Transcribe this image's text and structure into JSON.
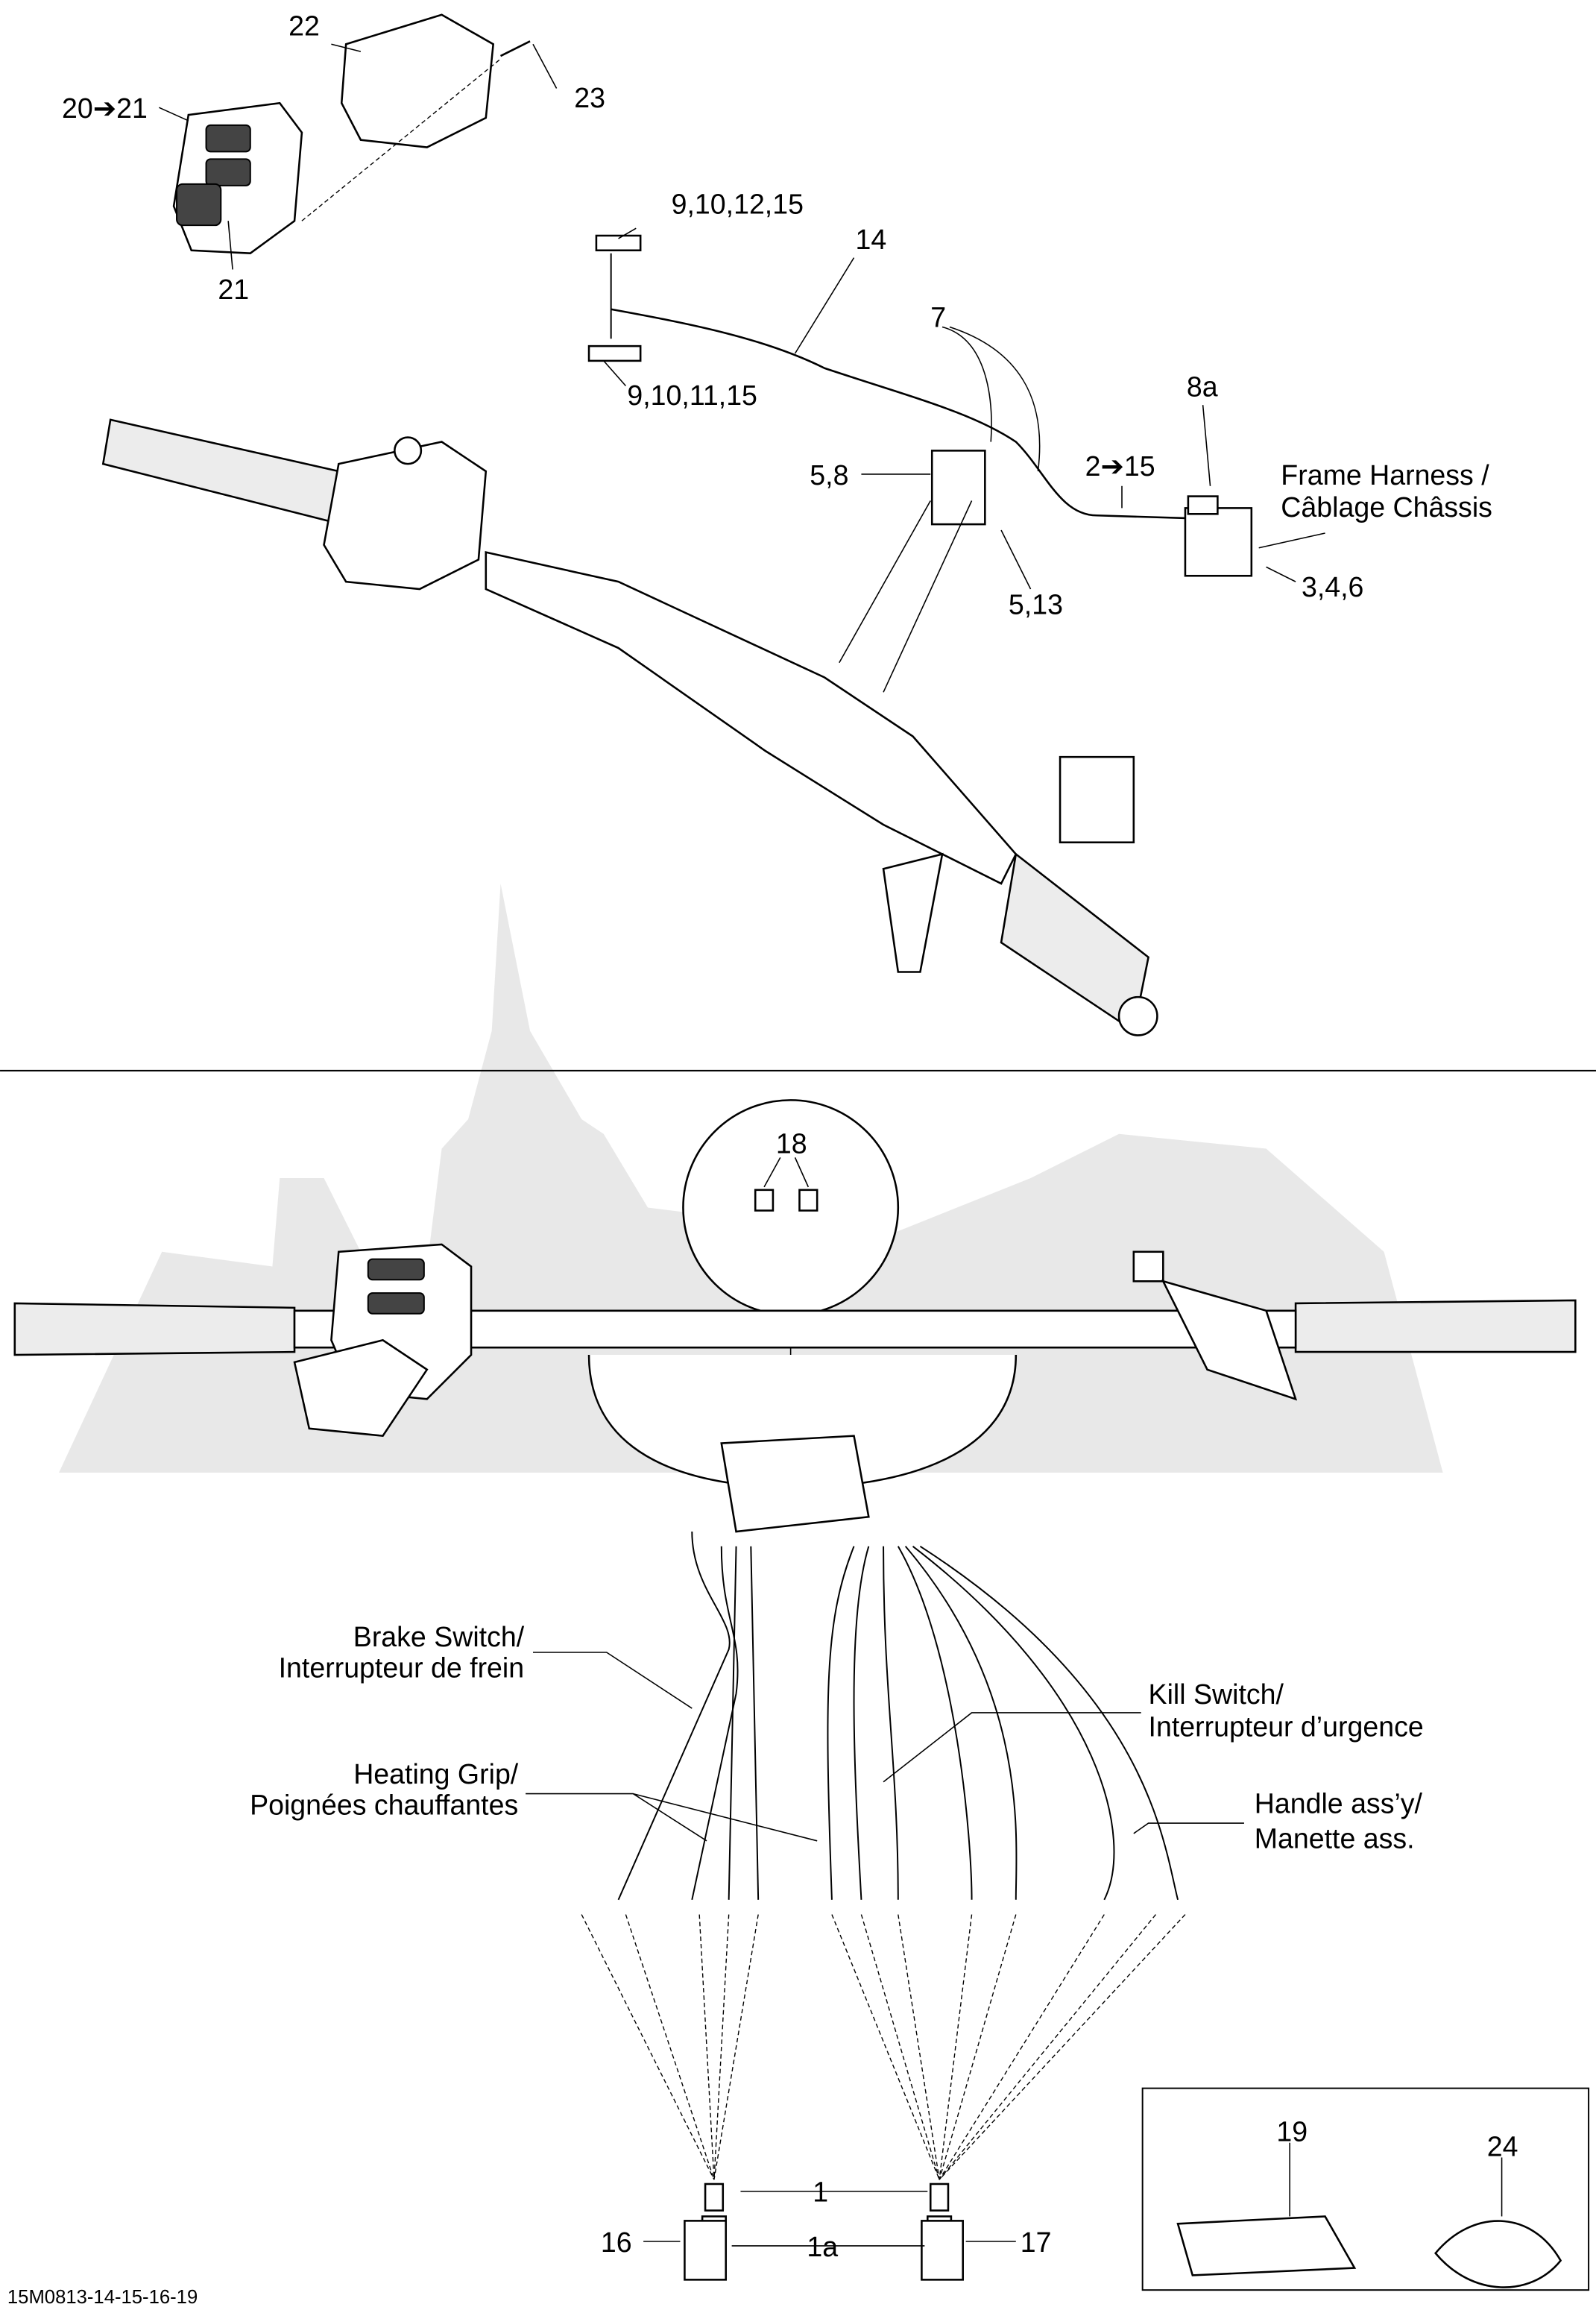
{
  "diagram": {
    "upper_callouts": {
      "c22": "22",
      "c20_21": "20➔21",
      "c23": "23",
      "c21": "21",
      "c9_10_12_15": "9,10,12,15",
      "c14": "14",
      "c7": "7",
      "c9_10_11_15": "9,10,11,15",
      "c8a": "8a",
      "c5_8": "5,8",
      "c2_15": "2➔15",
      "frame_harness_en": "Frame Harness /",
      "frame_harness_fr": "Câblage Châssis",
      "c3_4_6": "3,4,6",
      "c5_13": "5,13"
    },
    "lower_callouts": {
      "c18": "18",
      "brake_en": "Brake Switch/",
      "brake_fr": "Interrupteur de frein",
      "kill_en": "Kill Switch/",
      "kill_fr": "Interrupteur d’urgence",
      "heating_en": "Heating Grip/",
      "heating_fr": "Poignées chauffantes",
      "handle_en": "Handle ass’y/",
      "handle_fr": "Manette ass.",
      "c1": "1",
      "c1a": "1a",
      "c16": "16",
      "c17": "17",
      "c19": "19",
      "c24": "24"
    },
    "figure_code": "15M0813-14-15-16-19"
  }
}
